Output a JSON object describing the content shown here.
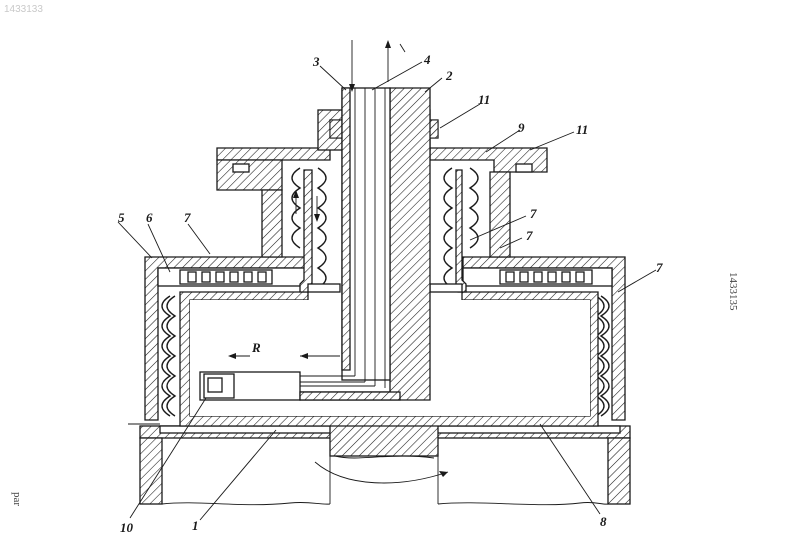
{
  "watermark": "1433133",
  "side_number": "1433135",
  "margin_mark": "par",
  "flow_label": "R",
  "part_labels": [
    {
      "id": "label-1",
      "text": "1"
    },
    {
      "id": "label-2",
      "text": "2"
    },
    {
      "id": "label-3",
      "text": "3"
    },
    {
      "id": "label-4",
      "text": "4"
    },
    {
      "id": "label-5",
      "text": "5"
    },
    {
      "id": "label-6",
      "text": "6"
    },
    {
      "id": "label-7a",
      "text": "7"
    },
    {
      "id": "label-7b",
      "text": "7"
    },
    {
      "id": "label-7c",
      "text": "7"
    },
    {
      "id": "label-7d",
      "text": "7"
    },
    {
      "id": "label-8",
      "text": "8"
    },
    {
      "id": "label-9",
      "text": "9"
    },
    {
      "id": "label-10",
      "text": "10"
    },
    {
      "id": "label-11a",
      "text": "11"
    },
    {
      "id": "label-11b",
      "text": "11"
    }
  ]
}
